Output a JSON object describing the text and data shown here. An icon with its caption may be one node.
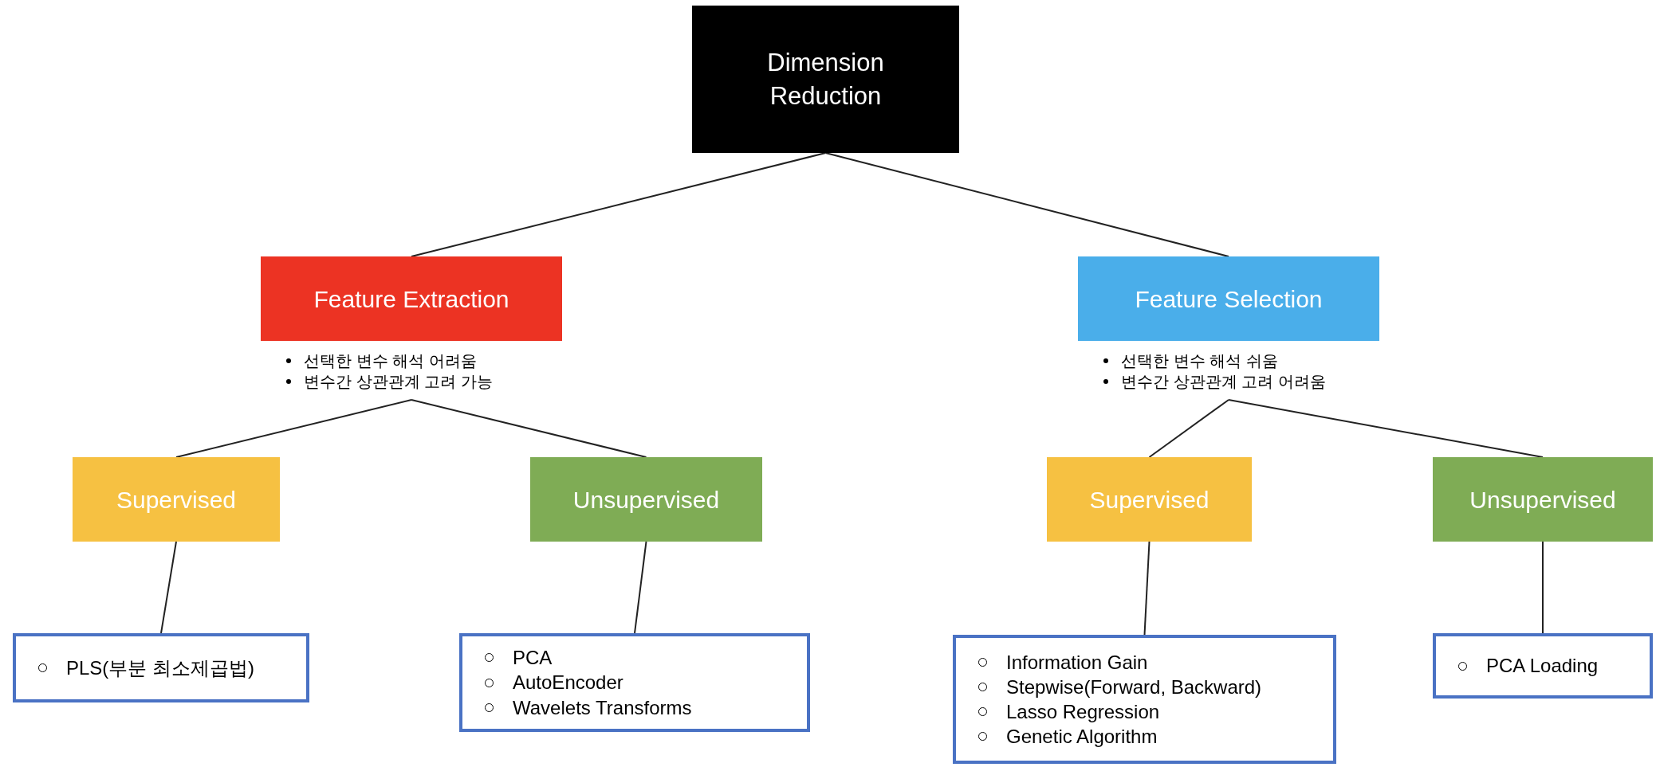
{
  "diagram": {
    "nodes": [
      {
        "text": [
          "Dimension Reduction"
        ]
      },
      {
        "text": [
          "Feature Extraction"
        ],
        "beside": [
          "선택한 변수 해석 어려움",
          "변수간 상관관계 고려 가능"
        ]
      },
      {
        "text": [
          "Feature Selection"
        ],
        "beside": [
          "선택한 변수 해석 쉬움",
          "변수간 상관관계 고려 어려움"
        ]
      },
      {
        "text": [
          "Supervised"
        ]
      },
      {
        "text": [
          "Unsupervised"
        ]
      },
      {
        "text": [
          "Supervised"
        ]
      },
      {
        "text": [
          "Unsupervised"
        ]
      },
      {
        "text": [
          "PLS(부분 최소제곱법)"
        ]
      },
      {
        "text": [
          "PCA",
          "AutoEncoder",
          "Wavelets Transforms"
        ]
      },
      {
        "text": [
          "Information Gain",
          "Stepwise(Forward, Backward)",
          "Lasso Regression",
          "Genetic Algorithm"
        ]
      },
      {
        "text": [
          "PCA Loading"
        ]
      }
    ],
    "edges": [
      {
        "from": 0,
        "to": 1,
        "arrow": "none"
      },
      {
        "from": 0,
        "to": 2,
        "arrow": "none"
      },
      {
        "from": 1,
        "to": 3,
        "arrow": "none"
      },
      {
        "from": 1,
        "to": 4,
        "arrow": "none"
      },
      {
        "from": 2,
        "to": 5,
        "arrow": "none"
      },
      {
        "from": 2,
        "to": 6,
        "arrow": "none"
      },
      {
        "from": 3,
        "to": 7,
        "arrow": "none"
      },
      {
        "from": 4,
        "to": 8,
        "arrow": "none"
      },
      {
        "from": 5,
        "to": 9,
        "arrow": "none"
      },
      {
        "from": 6,
        "to": 10,
        "arrow": "none"
      }
    ]
  }
}
